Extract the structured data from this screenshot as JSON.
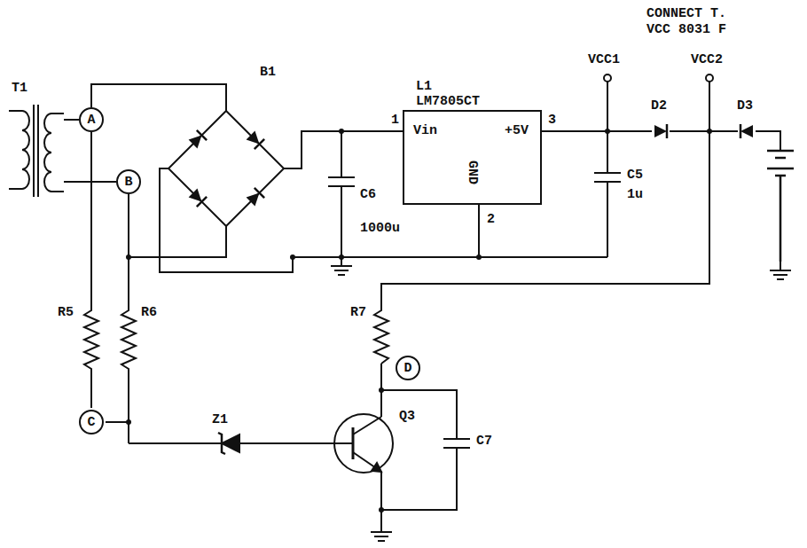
{
  "diagram": {
    "nodes": [
      {
        "text": [
          "A"
        ]
      },
      {
        "text": [
          "B"
        ]
      },
      {
        "text": [
          "C"
        ]
      },
      {
        "text": [
          "D"
        ]
      }
    ],
    "labels": [
      "CONNECT T.",
      "VCC 8031 F",
      "VCC1",
      "VCC2",
      "D2",
      "D3",
      "T1",
      "B1",
      "L1",
      "LM7805CT",
      "Vin",
      "+5V",
      "1",
      "3",
      "2",
      "GND",
      "C6",
      "1000u",
      "C5",
      "1u",
      "R5",
      "R6",
      "R7",
      "Z1",
      "Q3",
      "C7"
    ]
  }
}
